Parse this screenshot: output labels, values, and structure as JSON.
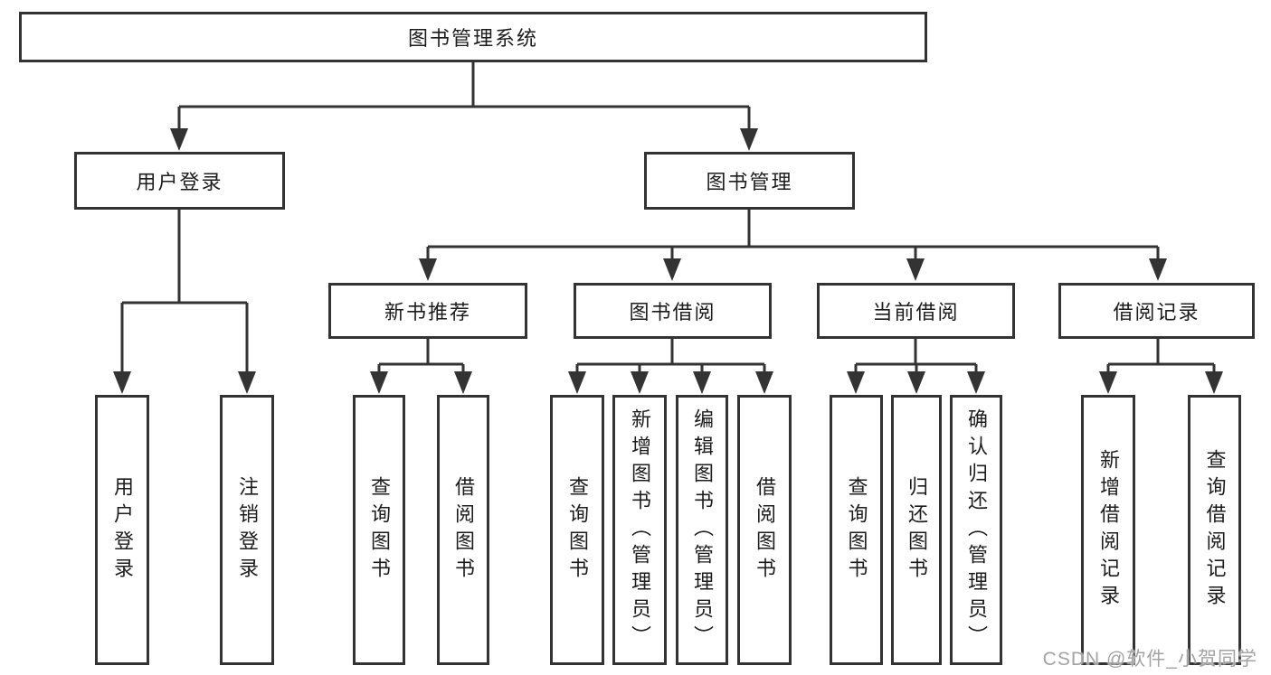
{
  "diagram": {
    "tree": {
      "label": "图书管理系统",
      "children": [
        {
          "label": "用户登录",
          "children": [
            {
              "label": "用户登录"
            },
            {
              "label": "注销登录"
            }
          ]
        },
        {
          "label": "图书管理",
          "children": [
            {
              "label": "新书推荐",
              "children": [
                {
                  "label": "查询图书"
                },
                {
                  "label": "借阅图书"
                }
              ]
            },
            {
              "label": "图书借阅",
              "children": [
                {
                  "label": "查询图书"
                },
                {
                  "label": "新增图书（管理员）"
                },
                {
                  "label": "编辑图书（管理员）"
                },
                {
                  "label": "借阅图书"
                }
              ]
            },
            {
              "label": "当前借阅",
              "children": [
                {
                  "label": "查询图书"
                },
                {
                  "label": "归还图书"
                },
                {
                  "label": "确认归还（管理员）"
                }
              ]
            },
            {
              "label": "借阅记录",
              "children": [
                {
                  "label": "新增借阅记录"
                },
                {
                  "label": "查询借阅记录"
                }
              ]
            }
          ]
        }
      ]
    },
    "colors": {
      "line": "#333333",
      "text": "#1c1c1c",
      "background": "#ffffff",
      "watermark": "#a3a3a3"
    }
  },
  "watermark": {
    "text": "CSDN @软件_小贺同学"
  }
}
